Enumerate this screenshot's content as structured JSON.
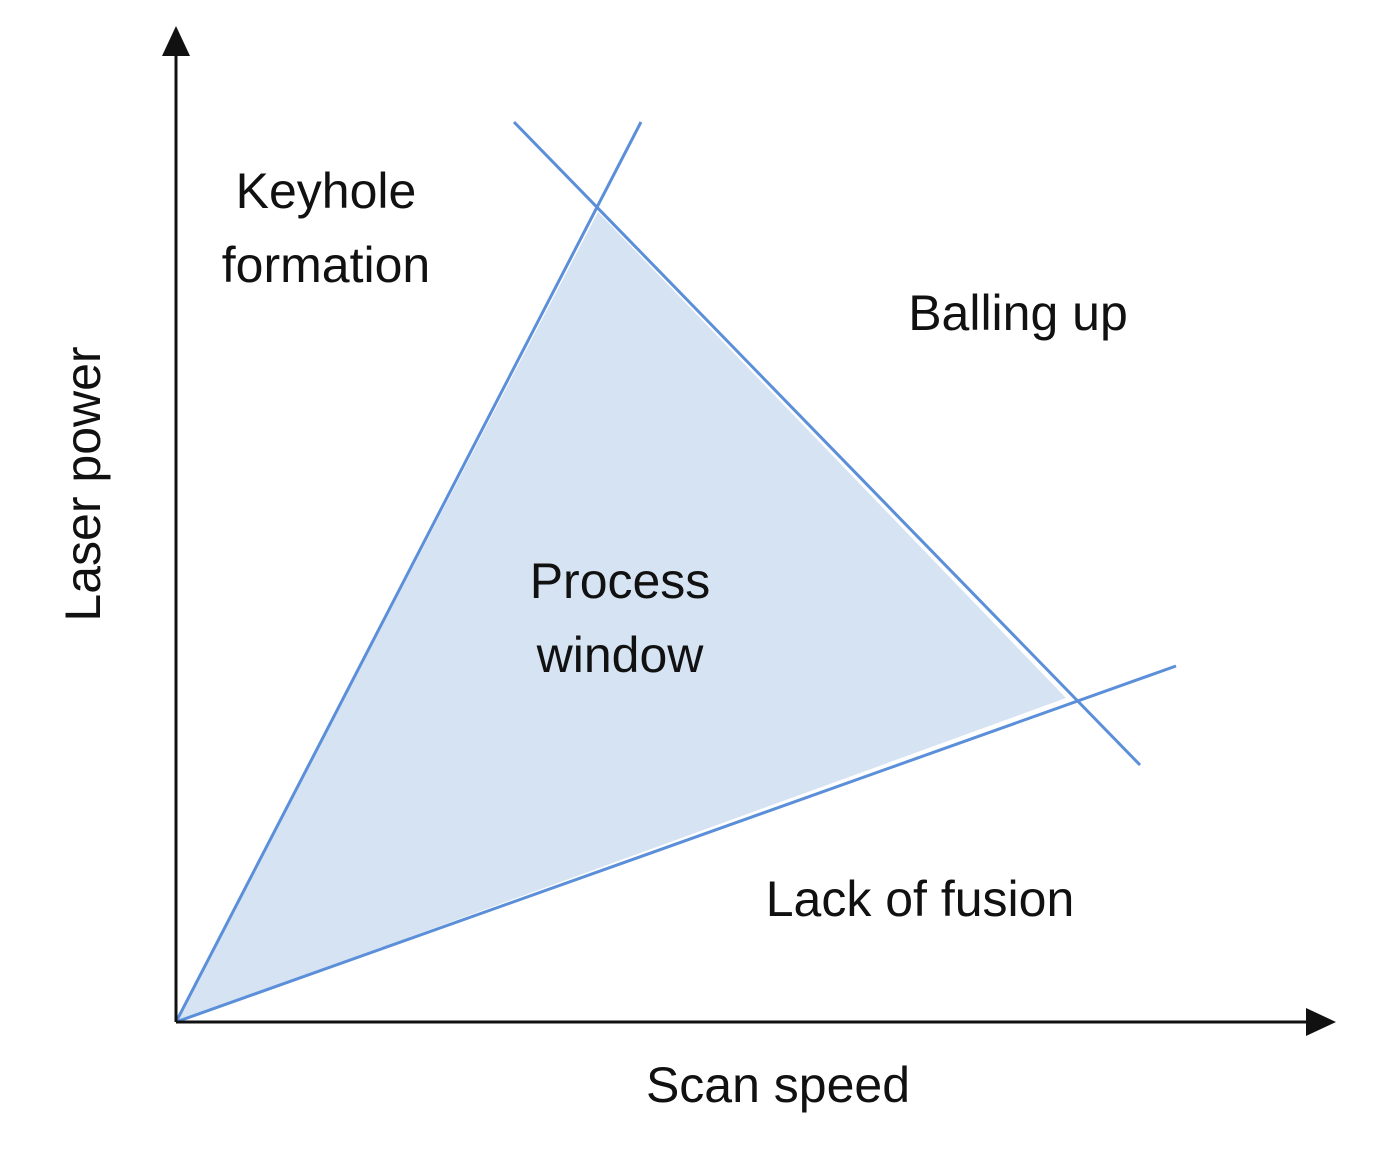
{
  "diagram": {
    "axes": {
      "x_label": "Scan speed",
      "y_label": "Laser power"
    },
    "regions": {
      "keyhole": {
        "line1": "Keyhole",
        "line2": "formation"
      },
      "balling": {
        "line1": "Balling up"
      },
      "process_window": {
        "line1": "Process",
        "line2": "window"
      },
      "lack_of_fusion": {
        "line1": "Lack of fusion"
      }
    },
    "colors": {
      "boundary_line": "#5b8fd9",
      "window_fill": "#d6e3f3",
      "axis": "#111111",
      "text": "#111111"
    }
  }
}
